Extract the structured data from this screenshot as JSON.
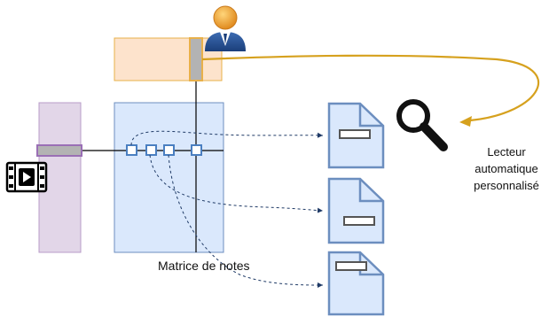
{
  "diagram": {
    "labels": {
      "matrix": "Matrice de notes",
      "reader_line1": "Lecteur",
      "reader_line2": "automatique",
      "reader_line3": "personnalisé"
    },
    "icons": {
      "user": "user-avatar-icon",
      "video": "video-file-icon",
      "search": "magnifier-icon",
      "document": "document-icon"
    },
    "colors": {
      "user_block_fill": "#fde3cc",
      "user_block_stroke": "#e8b04a",
      "item_block_fill": "#e2d6e8",
      "item_block_stroke": "#b89cc8",
      "matrix_fill": "#dae8fc",
      "matrix_stroke": "#6c8ebf",
      "cell_stroke": "#4a7fc1",
      "curve_color": "#d6a11e",
      "document_stroke": "#6c8ebf",
      "line_color": "#000000"
    }
  }
}
